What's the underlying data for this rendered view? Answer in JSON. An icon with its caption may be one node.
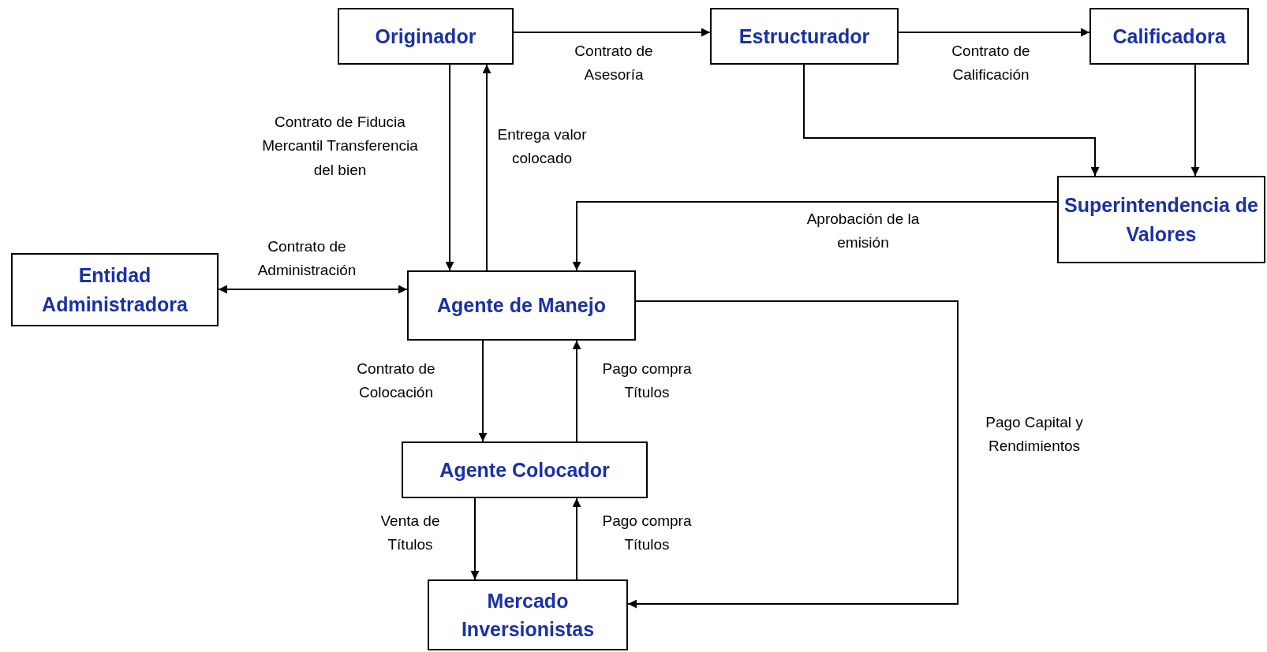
{
  "diagram": {
    "nodes": [
      {
        "text": [
          "Originador"
        ]
      },
      {
        "text": [
          "Estructurador"
        ]
      },
      {
        "text": [
          "Calificadora"
        ]
      },
      {
        "text": [
          "Superintendencia de Valores"
        ]
      },
      {
        "text": [
          "Entidad Administradora"
        ]
      },
      {
        "text": [
          "Agente de Manejo"
        ]
      },
      {
        "text": [
          "Agente Colocador"
        ]
      },
      {
        "text": [
          "Mercado Inversionistas"
        ]
      }
    ],
    "edges": [
      {
        "from": 0,
        "to": 1,
        "arrow": "to",
        "label": "Contrato de Asesoría"
      },
      {
        "from": 1,
        "to": 2,
        "arrow": "to",
        "label": "Contrato de Calificación"
      },
      {
        "from": 0,
        "to": 5,
        "arrow": "to",
        "label": "Contrato de Fiducia Mercantil Transferencia del bien"
      },
      {
        "from": 5,
        "to": 0,
        "arrow": "to",
        "label": "Entrega valor colocado"
      },
      {
        "from": 1,
        "to": 3,
        "arrow": "to"
      },
      {
        "from": 2,
        "to": 3,
        "arrow": "to"
      },
      {
        "from": 3,
        "to": 5,
        "arrow": "to",
        "label": "Aprobación de la emisión"
      },
      {
        "from": 4,
        "to": 5,
        "arrow": "both",
        "label": "Contrato de Administración"
      },
      {
        "from": 5,
        "to": 6,
        "arrow": "to",
        "label": "Contrato de Colocación"
      },
      {
        "from": 6,
        "to": 5,
        "arrow": "to",
        "label": "Pago compra Títulos"
      },
      {
        "from": 6,
        "to": 7,
        "arrow": "to",
        "label": "Venta de Títulos"
      },
      {
        "from": 7,
        "to": 6,
        "arrow": "to",
        "label": "Pago compra Títulos"
      },
      {
        "from": 5,
        "to": 7,
        "arrow": "to",
        "label": "Pago Capital y Rendimientos"
      }
    ]
  }
}
